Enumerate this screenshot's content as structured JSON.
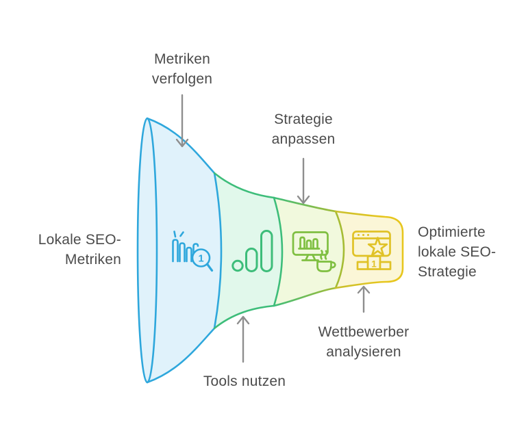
{
  "diagram": {
    "type": "horizontal-funnel",
    "text_color": "#4B4B4B",
    "arrow_color": "#8E8E8E",
    "labels": {
      "left_source": {
        "line1": "Lokale SEO-",
        "line2": "Metriken"
      },
      "top_first": {
        "line1": "Metriken",
        "line2": "verfolgen"
      },
      "top_second": {
        "line1": "Strategie",
        "line2": "anpassen"
      },
      "bottom_first": {
        "line1": "Tools nutzen"
      },
      "bottom_second": {
        "line1": "Wettbewerber",
        "line2": "analysieren"
      },
      "right_result": {
        "line1": "Optimierte",
        "line2": "lokale SEO-",
        "line3": "Strategie"
      }
    },
    "stages": [
      {
        "label": "Metriken verfolgen",
        "stroke": "#2EA7DC",
        "fill": "#E0F2FB",
        "icon": "bar-chart-search-icon"
      },
      {
        "label": "Tools nutzen",
        "stroke": "#3DBD7A",
        "fill": "#E1F8EB",
        "icon": "analytics-icon"
      },
      {
        "label": "Strategie anpassen",
        "stroke": "#A6BC34",
        "fill": "#F1F9DD",
        "icon": "monitor-coffee-icon"
      },
      {
        "label": "Wettbewerber analysieren",
        "stroke": "#E4C424",
        "fill": "#FBF6D7",
        "icon": "ranking-podium-icon"
      }
    ],
    "icon_colors": {
      "bar_chart_search": "#2EA7DC",
      "analytics": "#3DBD7A",
      "monitor_coffee": "#7FBF41",
      "ranking_podium": "#E0C226"
    },
    "icon_numbers": {
      "magnifier_number": "1",
      "podium_number": "1"
    }
  }
}
